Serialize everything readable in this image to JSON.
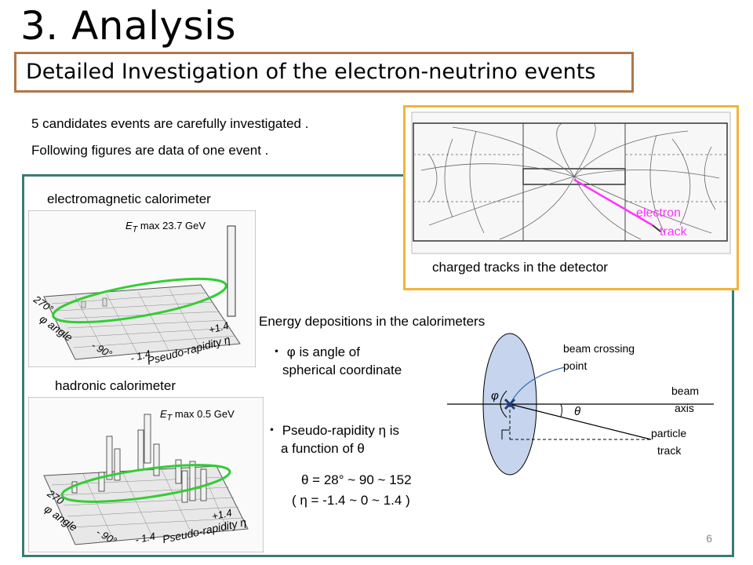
{
  "slide": {
    "title": "3. Analysis",
    "subtitle": "Detailed Investigation  of  the  electron-neutrino  events",
    "intro_line1": "5 candidates events  are  carefully investigated .",
    "intro_line2": "Following  figures  are  data  of  one  event .",
    "page_number": "6"
  },
  "em_calorimeter": {
    "label": "electromagnetic  calorimeter",
    "et_max_label": "E",
    "et_max_sub": "T",
    "et_max_value": "max  23.7 GeV",
    "phi_top": "270°",
    "phi_axis": "φ  angle",
    "phi_bottom": "- 90°",
    "eta_min": "- 1.4",
    "eta_max": "+1.4",
    "eta_axis": "Pseudo-rapidity  η"
  },
  "had_calorimeter": {
    "label": "hadronic  calorimeter",
    "et_max_label": "E",
    "et_max_sub": "T",
    "et_max_value": "max  0.5 GeV",
    "phi_top": "270",
    "phi_axis": "φ  angle",
    "phi_bottom": "- 90°",
    "eta_min": "- 1.4",
    "eta_max": "+1.4",
    "eta_axis": "Pseudo-rapidity  η"
  },
  "detector": {
    "electron_label_1": "electron",
    "electron_label_2": "track",
    "caption": "charged  tracks  in  the  detector",
    "track_color": "#ff33ff"
  },
  "explanation": {
    "heading": "Energy  depositions  in  the  calorimeters",
    "bullet1_line1": "・ φ  is  angle  of",
    "bullet1_line2": "spherical  coordinate",
    "bullet2_line1": "・ Pseudo-rapidity  η  is",
    "bullet2_line2": "a  function  of  θ",
    "theta_range": "θ  = 28°  ~  90  ~  152",
    "eta_range": "( η   =  -1.4  ~   0    ~   1.4  )"
  },
  "diagram": {
    "beam_crossing_1": "beam crossing",
    "beam_crossing_2": "point",
    "beam_axis_1": "beam",
    "beam_axis_2": "axis",
    "particle_1": "particle",
    "particle_2": "track",
    "phi_symbol": "φ",
    "theta_symbol": "θ",
    "disk_color": "#c6d4ee"
  },
  "colors": {
    "subtitle_border": "#b0764a",
    "teal_border": "#3c7a78",
    "photo_border": "#f2b43a",
    "highlight_ellipse": "#33cc33"
  }
}
